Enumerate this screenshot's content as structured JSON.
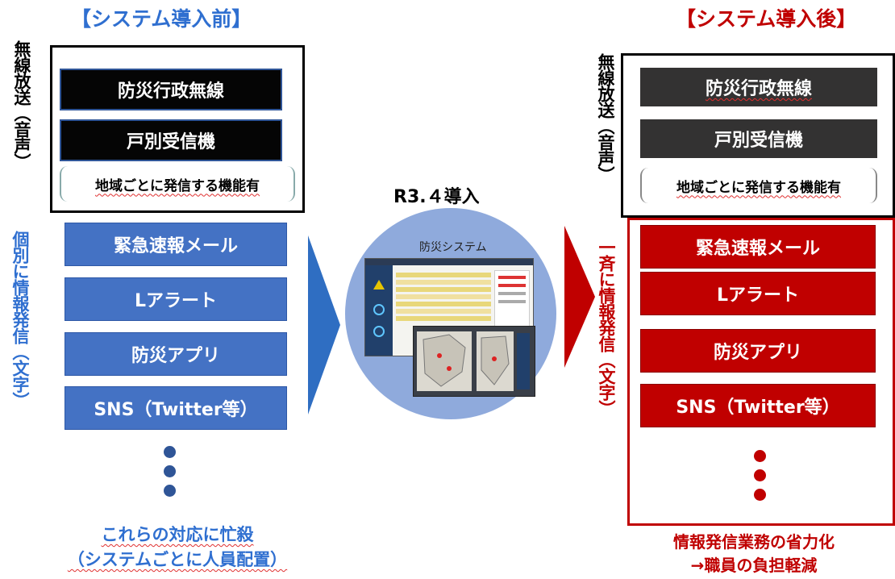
{
  "before": {
    "title": "【システム導入前】",
    "voice_label": "無線放送（音声）",
    "voice_items": [
      "防災行政無線",
      "戸別受信機"
    ],
    "voice_note": "地域ごとに発信する機能有",
    "text_label": "個別に情報発信（文字）",
    "text_items": [
      "緊急速報メール",
      "Lアラート",
      "防災アプリ",
      "SNS（Twitter等）"
    ],
    "footer_line1": "これらの対応に忙殺",
    "footer_line2": "（システムごとに人員配置）"
  },
  "center": {
    "label": "R3.４導入",
    "system_name": "防災システム"
  },
  "after": {
    "title": "【システム導入後】",
    "voice_label": "無線放送（音声）",
    "voice_items": [
      "防災行政無線",
      "戸別受信機"
    ],
    "voice_note": "地域ごとに発信する機能有",
    "text_label": "一斉に情報発信（文字）",
    "text_items": [
      "緊急速報メール",
      "Lアラート",
      "防災アプリ",
      "SNS（Twitter等）"
    ],
    "footer_line1": "情報発信業務の省力化",
    "footer_line2": "→職員の負担軽減"
  },
  "colors": {
    "before_accent": "#2f6fd0",
    "before_box": "#4472c4",
    "after_accent": "#c00000",
    "after_box": "#c00000",
    "voice_box_before": "#050505",
    "voice_box_after": "#333232",
    "circle": "#8faadc"
  }
}
